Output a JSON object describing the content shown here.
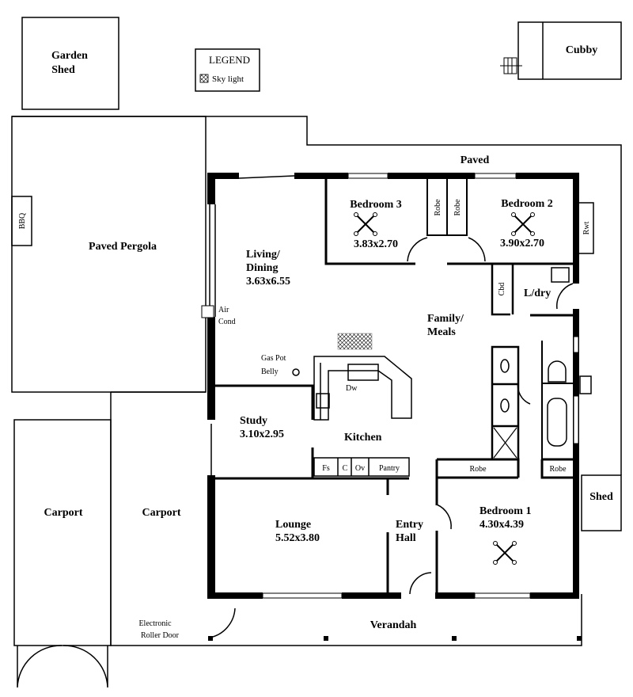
{
  "legend": {
    "title": "LEGEND",
    "items": [
      {
        "icon": "skylight-icon",
        "label": "Sky light"
      }
    ]
  },
  "outdoor": {
    "garden_shed": [
      "Garden",
      "Shed"
    ],
    "cubby": "Cubby",
    "paved": "Paved",
    "paved_pergola": "Paved Pergola",
    "bbq": "BBQ",
    "rwt": "Rwt",
    "carport_left": "Carport",
    "carport_right": "Carport",
    "shed": "Shed",
    "verandah": "Verandah",
    "roller_door": [
      "Electronic",
      "Roller Door"
    ],
    "air_cond": [
      "Air",
      "Cond"
    ]
  },
  "rooms": {
    "bedroom3": {
      "name": "Bedroom 3",
      "size": "3.83x2.70"
    },
    "bedroom2": {
      "name": "Bedroom 2",
      "size": "3.90x2.70"
    },
    "living": {
      "name": [
        "Living/",
        "Dining"
      ],
      "size": "3.63x6.55"
    },
    "family": [
      "Family/",
      "Meals"
    ],
    "laundry": "L/dry",
    "cupboard": "Cbd",
    "robe": "Robe",
    "gas_pot_belly": [
      "Gas Pot",
      "Belly"
    ],
    "dishwasher": "Dw",
    "study": {
      "name": "Study",
      "size": "3.10x2.95"
    },
    "kitchen": "Kitchen",
    "pantry_units": [
      "Fs",
      "C",
      "Ov",
      "Pantry"
    ],
    "lounge": {
      "name": "Lounge",
      "size": "5.52x3.80"
    },
    "entry": [
      "Entry",
      "Hall"
    ],
    "bedroom1": {
      "name": "Bedroom 1",
      "size": "4.30x4.39"
    }
  }
}
